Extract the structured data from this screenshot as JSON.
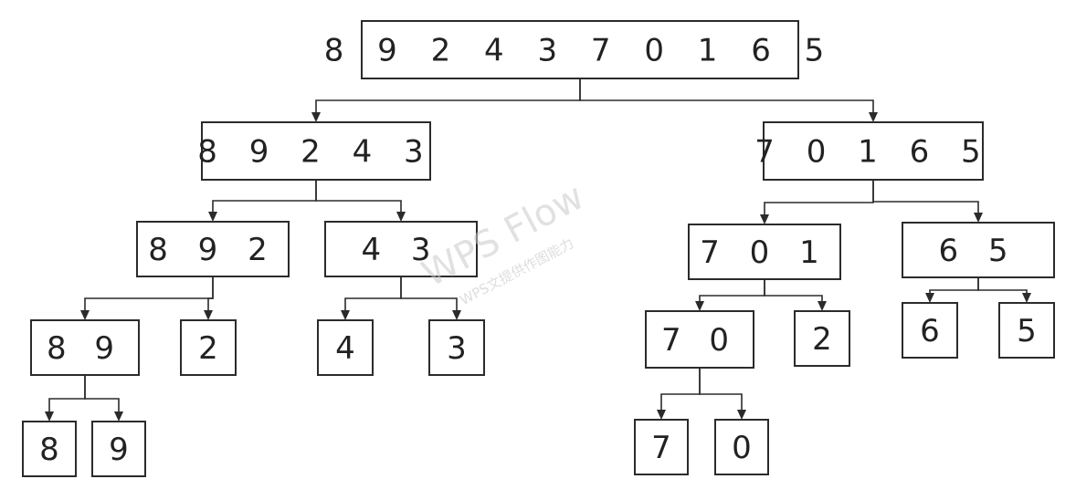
{
  "diagram": {
    "nodes": [
      {
        "id": "root",
        "label": "8 9 2 4 3 7 0 1 6 5"
      },
      {
        "id": "l",
        "label": "8 9 2 4 3"
      },
      {
        "id": "r",
        "label": "7 0 1 6 5"
      },
      {
        "id": "ll",
        "label": "8 9 2"
      },
      {
        "id": "lr",
        "label": "4 3"
      },
      {
        "id": "rl",
        "label": "7 0 1"
      },
      {
        "id": "rr",
        "label": "6 5"
      },
      {
        "id": "lll",
        "label": "8 9"
      },
      {
        "id": "llr",
        "label": "2"
      },
      {
        "id": "lrl",
        "label": "4"
      },
      {
        "id": "lrr",
        "label": "3"
      },
      {
        "id": "rll",
        "label": "7 0"
      },
      {
        "id": "rlr",
        "label": "2"
      },
      {
        "id": "rrl",
        "label": "6"
      },
      {
        "id": "rrr",
        "label": "5"
      },
      {
        "id": "llll",
        "label": "8"
      },
      {
        "id": "lllr",
        "label": "9"
      },
      {
        "id": "rlll",
        "label": "7"
      },
      {
        "id": "rllr",
        "label": "0"
      }
    ],
    "edges": [
      [
        "root",
        "l"
      ],
      [
        "root",
        "r"
      ],
      [
        "l",
        "ll"
      ],
      [
        "l",
        "lr"
      ],
      [
        "r",
        "rl"
      ],
      [
        "r",
        "rr"
      ],
      [
        "ll",
        "lll"
      ],
      [
        "ll",
        "llr"
      ],
      [
        "lr",
        "lrl"
      ],
      [
        "lr",
        "lrr"
      ],
      [
        "rl",
        "rll"
      ],
      [
        "rl",
        "rlr"
      ],
      [
        "rr",
        "rrl"
      ],
      [
        "rr",
        "rrr"
      ],
      [
        "lll",
        "llll"
      ],
      [
        "lll",
        "lllr"
      ],
      [
        "rll",
        "rlll"
      ],
      [
        "rll",
        "rllr"
      ]
    ]
  },
  "watermark": {
    "title": "WPS Flow",
    "subtitle": "WPS文提供作图能力"
  }
}
